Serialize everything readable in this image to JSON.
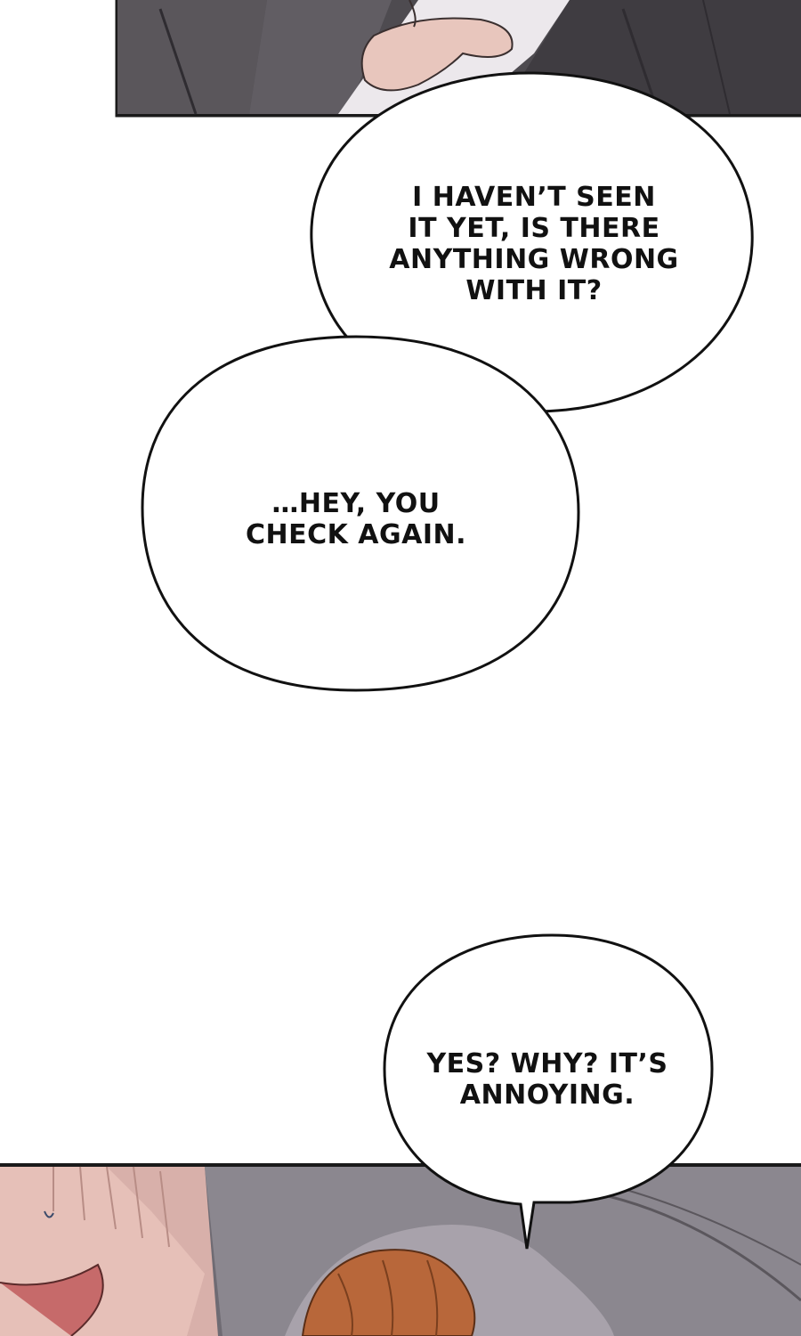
{
  "page": {
    "type": "comic-panel-strip"
  },
  "panels": {
    "top": {
      "description_icon": "scene-panel-top"
    },
    "bottom": {
      "description_icon": "scene-panel-bottom"
    }
  },
  "dialogue": [
    {
      "id": "bubble-1",
      "text": "I HAVEN’T SEEN\nIT YET, IS THERE\nANYTHING WRONG\nWITH IT?"
    },
    {
      "id": "bubble-2",
      "text": "…HEY, YOU\nCHECK AGAIN."
    },
    {
      "id": "bubble-3",
      "text": "YES? WHY? IT’S\nANNOYING."
    }
  ],
  "colors": {
    "panel_dark": "#4a474c",
    "panel_mid": "#6c6870",
    "panel_border": "#1a1a1a",
    "skin": "#e9c2b8",
    "hair": "#b86a3a",
    "bubble_fill": "#ffffff",
    "bubble_stroke": "#111111"
  }
}
